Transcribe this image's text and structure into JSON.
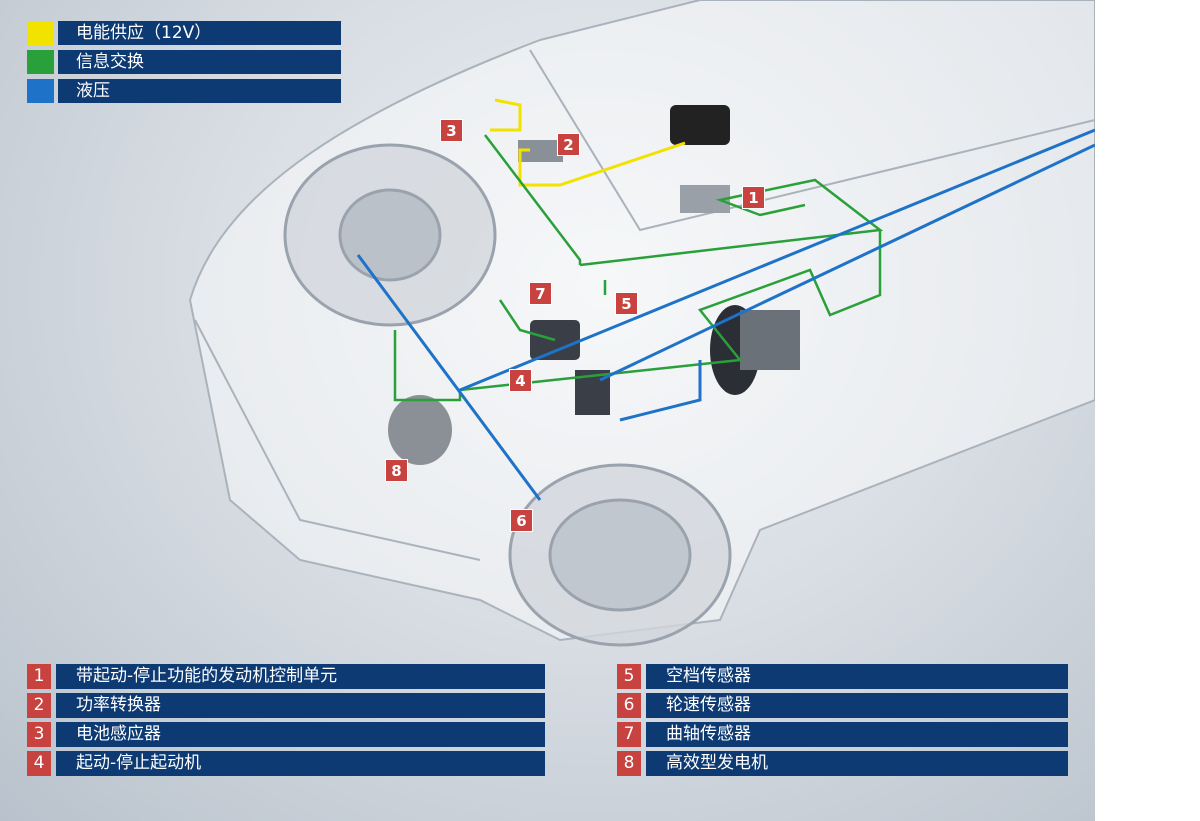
{
  "legend": [
    {
      "label": "电能供应（12V）",
      "color": "#f2e200"
    },
    {
      "label": "信息交换",
      "color": "#2aa03a"
    },
    {
      "label": "液压",
      "color": "#1e73c8"
    }
  ],
  "parts_left": [
    {
      "num": "1",
      "label": "带起动-停止功能的发动机控制单元"
    },
    {
      "num": "2",
      "label": "功率转换器"
    },
    {
      "num": "3",
      "label": "电池感应器"
    },
    {
      "num": "4",
      "label": "起动-停止起动机"
    }
  ],
  "parts_right": [
    {
      "num": "5",
      "label": "空档传感器"
    },
    {
      "num": "6",
      "label": "轮速传感器"
    },
    {
      "num": "7",
      "label": "曲轴传感器"
    },
    {
      "num": "8",
      "label": "高效型发电机"
    }
  ],
  "markers": [
    "1",
    "2",
    "3",
    "4",
    "5",
    "6",
    "7",
    "8"
  ],
  "colors": {
    "panel": "#0d3a73",
    "badge": "#c8423f"
  }
}
